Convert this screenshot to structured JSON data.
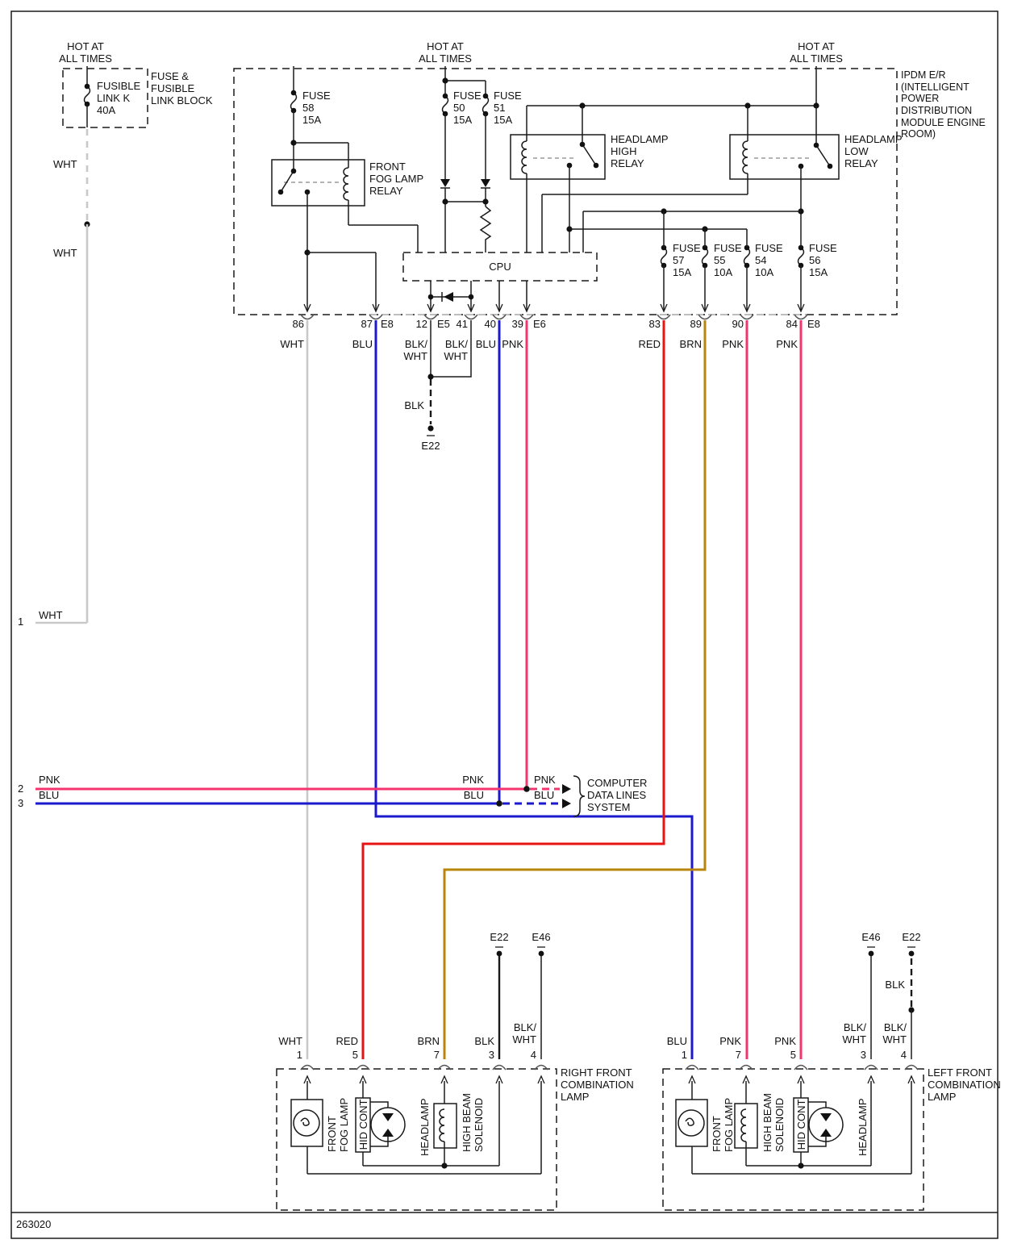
{
  "doc_number": "263020",
  "colors": {
    "wht": "#c9c9c9",
    "blu": "#1a1acc",
    "pnk": "#f4346e",
    "red": "#e81414",
    "brn": "#b8860b",
    "blk": "#1a1a1a"
  },
  "power": {
    "hot": "HOT AT\nALL TIMES"
  },
  "fuse_block": {
    "label": "FUSE &\nFUSIBLE\nLINK BLOCK",
    "fusible_link": "FUSIBLE\nLINK K\n40A",
    "wht_upper": "WHT",
    "wht_lower": "WHT"
  },
  "ipdm": {
    "label": "IPDM E/R\n(INTELLIGENT\nPOWER\nDISTRIBUTION\nMODULE ENGINE\nROOM)",
    "cpu": "CPU",
    "fuse58": "FUSE\n58\n15A",
    "fuse50": "FUSE\n50\n15A",
    "fuse51": "FUSE\n51\n15A",
    "fuse57": "FUSE\n57\n15A",
    "fuse55": "FUSE\n55\n10A",
    "fuse54": "FUSE\n54\n10A",
    "fuse56": "FUSE\n56\n15A",
    "fog_relay": "FRONT\nFOG LAMP\nRELAY",
    "high_relay": "HEADLAMP\nHIGH\nRELAY",
    "low_relay": "HEADLAMP\nLOW\nRELAY"
  },
  "pins": {
    "p86": "86",
    "p87": "87",
    "p12": "12",
    "p41": "41",
    "p40": "40",
    "p39": "39",
    "p83": "83",
    "p89": "89",
    "p90": "90",
    "p84": "84",
    "e8l": "E8",
    "e5": "E5",
    "e6": "E6",
    "e8r": "E8"
  },
  "wire_labels": {
    "w86": "WHT",
    "w87": "BLU",
    "w12": "BLK/\nWHT",
    "w41": "BLK/\nWHT",
    "w40": "BLU",
    "w39": "PNK",
    "w83": "RED",
    "w89": "BRN",
    "w90": "PNK",
    "w84": "PNK",
    "blk_gnd": "BLK"
  },
  "ground_e22": "E22",
  "edge": {
    "n1": "1",
    "n2": "2",
    "n3": "3",
    "wht": "WHT",
    "pnk": "PNK",
    "blu": "BLU"
  },
  "data_lines": {
    "pnk": "PNK",
    "blu": "BLU",
    "label": "COMPUTER\nDATA LINES\nSYSTEM"
  },
  "right_lamp": {
    "label": "RIGHT FRONT\nCOMBINATION\nLAMP",
    "gnd1": "E22",
    "gnd2": "E46",
    "w1": "WHT",
    "w5": "RED",
    "w7": "BRN",
    "w3": "BLK",
    "w4": "BLK/\nWHT",
    "p1": "1",
    "p5": "5",
    "p7": "7",
    "p3": "3",
    "p4": "4",
    "fog": "FRONT\nFOG LAMP",
    "hid": "HID CONT",
    "headlamp": "HEADLAMP",
    "solenoid": "HIGH BEAM\nSOLENOID"
  },
  "left_lamp": {
    "label": "LEFT FRONT\nCOMBINATION\nLAMP",
    "gnd3": "E46",
    "gnd4": "E22",
    "blk": "BLK",
    "w1": "BLU",
    "w7": "PNK",
    "w5": "PNK",
    "w3": "BLK/\nWHT",
    "w4": "BLK/\nWHT",
    "p1": "1",
    "p7": "7",
    "p5": "5",
    "p3": "3",
    "p4": "4",
    "fog": "FRONT\nFOG LAMP",
    "hid": "HID CONT",
    "headlamp": "HEADLAMP",
    "solenoid": "HIGH BEAM\nSOLENOID"
  }
}
